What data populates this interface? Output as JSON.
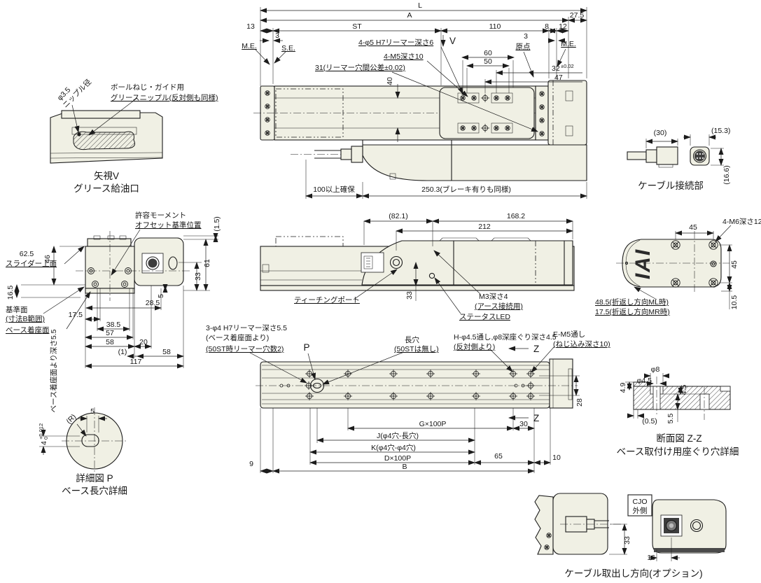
{
  "colors": {
    "body_fill": "#f0f0e4",
    "line": "#1c1c1c",
    "hatch": "#444444",
    "dark_band": "#4a4a4a",
    "background": "#ffffff"
  },
  "logo": "IAI",
  "top_view": {
    "L": "L",
    "A": "A",
    "d27_5": "27.5",
    "d13": "13",
    "ST": "ST",
    "d110": "110",
    "d8": "8",
    "d12": "12",
    "me_left": "M.E.",
    "d3_left": "3",
    "se": "S.E.",
    "note_reamer": "4-φ5 H7リーマー深さ6",
    "note_m5": "4-M5深さ10",
    "note_pitch": "31(リーマー穴間公差±0.02)",
    "view_v": "V",
    "origin": "原点",
    "d3_right": "3",
    "me_right": "M.E.",
    "d60": "60",
    "d50": "50",
    "d40": "40",
    "d32": "32",
    "d32_tol": "±0.02",
    "d47": "47",
    "cable_clearance": "100以上確保",
    "motor_section": "250.3(ブレーキ有りも同様)"
  },
  "grease_detail": {
    "nipple_dia": "φ3.5",
    "nipple_dia2": "ニップル径",
    "note1": "ボールねじ・ガイド用",
    "note2": "グリースニップル(反対側も同様)",
    "caption1": "矢視V",
    "caption2": "グリース給油口"
  },
  "connector_detail": {
    "d30": "(30)",
    "d15_3": "(15.3)",
    "d16_6": "(16.6)",
    "caption": "ケーブル接続部"
  },
  "front_view": {
    "note_moment1": "許容モーメント",
    "note_moment2": "オフセット基準位置",
    "d1_5": "(1.5)",
    "d62_5": "62.5",
    "slider_top": "スライダー上面",
    "d46": "46",
    "d61": "61",
    "d33": "33",
    "d5": "5",
    "d16_5": "16.5",
    "datum1": "基準面",
    "datum2": "(寸法B範囲)",
    "datum3": "ベース着座面",
    "d28_5": "28.5",
    "d17_5": "17.5",
    "d38_5": "38.5",
    "d57": "57",
    "d58": "58",
    "d20": "20",
    "d1": "(1)",
    "d58b": "58",
    "d117": "117"
  },
  "side_view": {
    "d82_1": "(82.1)",
    "d168_2": "168.2",
    "d212": "212",
    "teaching_port": "ティーチングポート",
    "d33": "33",
    "m3_1": "M3深さ4",
    "m3_2": "(アース接続用)",
    "status_led": "ステータスLED"
  },
  "rear_view": {
    "d45_top": "45",
    "m6": "4-M6深さ12",
    "d45_right": "45",
    "d10_5": "10.5",
    "fold_ml": "48.5(折返し方向ML時)",
    "fold_mr": "17.5(折返し方向MR時)"
  },
  "bottom_view": {
    "note_reamer1": "3-φ4 H7リーマー深さ5.5",
    "note_reamer2": "(ベース着座面より)",
    "note_reamer3": "(50ST時リーマー穴数2)",
    "p_mark": "P",
    "slot1": "長穴",
    "slot2": "(50STは無し)",
    "note_h1": "H-φ4.5通し,φ8深座ぐり深さ4.5",
    "note_h2": "(反対側より)",
    "note_e1": "E-M5通し",
    "note_e2": "(ねじ込み深さ10)",
    "z_top": "Z",
    "z_bottom": "Z",
    "d28": "28",
    "d30": "30",
    "g100p": "G×100P",
    "j": "J(φ4穴-長穴)",
    "k": "K(φ4穴-φ4穴)",
    "d100p": "D×100P",
    "d65": "65",
    "d10": "10",
    "B": "B",
    "d9": "9"
  },
  "detail_p": {
    "depth_note": "ベース着座面より深さ5.5",
    "d4": "4",
    "tol_hi": "+0.012",
    "tol_lo": "0",
    "d5": "5",
    "r_mark": "(R)",
    "caption1": "詳細図 P",
    "caption2": "ベース長穴詳細"
  },
  "section_zz": {
    "d_phi8": "φ8",
    "d_phi4_5": "φ4.5",
    "d4_9": "4.9",
    "d4_5": "4.5",
    "d0_5": "(0.5)",
    "d5_5": "5.5",
    "caption1": "断面図 Z-Z",
    "caption2": "ベース取付け用座ぐり穴詳細"
  },
  "cable_exit": {
    "cjo1": "CJO",
    "cjo2": "外側",
    "d33": "33",
    "d16": "16",
    "caption": "ケーブル取出し方向(オプション)"
  }
}
